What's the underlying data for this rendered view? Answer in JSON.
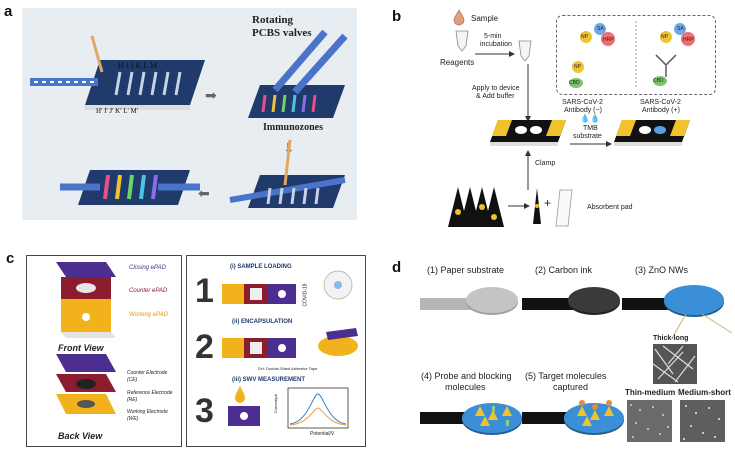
{
  "panels": {
    "a": {
      "letter": "a",
      "top_letters": "H I J K L M",
      "bottom_letters": "H' I' J' K' L' M'",
      "rotating_label_1": "Rotating",
      "rotating_label_2": "PCBS valves",
      "immunozones_label": "Immunozones"
    },
    "b": {
      "letter": "b",
      "sample": "Sample",
      "incubation_1": "5-min",
      "incubation_2": "incubation",
      "reagents": "Reagents",
      "antibody_neg_1": "SARS-CoV-2",
      "antibody_neg_2": "Antibody (−)",
      "antibody_pos_1": "SARS-CoV-2",
      "antibody_pos_2": "Antibody (+)",
      "apply_1": "Apply to device",
      "apply_2": "& Add buffer",
      "tmb_1": "TMB",
      "tmb_2": "substrate",
      "clamp": "Clamp",
      "absorbent": "Absorbent pad",
      "np": "NP",
      "cbd": "CBD",
      "hrp": "HRP",
      "sa": "SA"
    },
    "c": {
      "letter": "c",
      "closing": "Closing ePAD",
      "counter": "Counter ePAD",
      "working": "Working ePAD",
      "front_view": "Front View",
      "back_view": "Back View",
      "ce_1": "Counter Electrode",
      "ce_2": "(CE)",
      "re_1": "Reference Electrode",
      "re_2": "(RE)",
      "we_1": "Working Electrode",
      "we_2": "(WE)",
      "step1_num": "1",
      "step1_label": "(i) SAMPLE LOADING",
      "step2_num": "2",
      "step2_label": "(ii) ENCAPSULATION",
      "step3_num": "3",
      "step3_label": "(iii) SWV MEASUREMENT",
      "covid": "COVID-19",
      "tape": "DH: Double-Sided Adhesive Tape",
      "current_axis": "Current/μA",
      "potential_axis": "Potential/V"
    },
    "d": {
      "letter": "d",
      "step1": "(1) Paper substrate",
      "step2": "(2) Carbon ink",
      "step3": "(3) ZnO NWs",
      "step4_1": "(4) Probe and blocking",
      "step4_2": "molecules",
      "step5_1": "(5) Target molecules",
      "step5_2": "captured",
      "thick_long": "Thick-long",
      "thin_medium": "Thin-medium",
      "medium_short": "Medium-short"
    }
  },
  "colors": {
    "board_blue": "#1f3a6b",
    "bg_gray": "#e9eef1",
    "epad_purple": "#4b2e8f",
    "epad_red": "#8c1d2f",
    "epad_yellow": "#f2b21b",
    "zno_blue": "#3a8fd6"
  }
}
